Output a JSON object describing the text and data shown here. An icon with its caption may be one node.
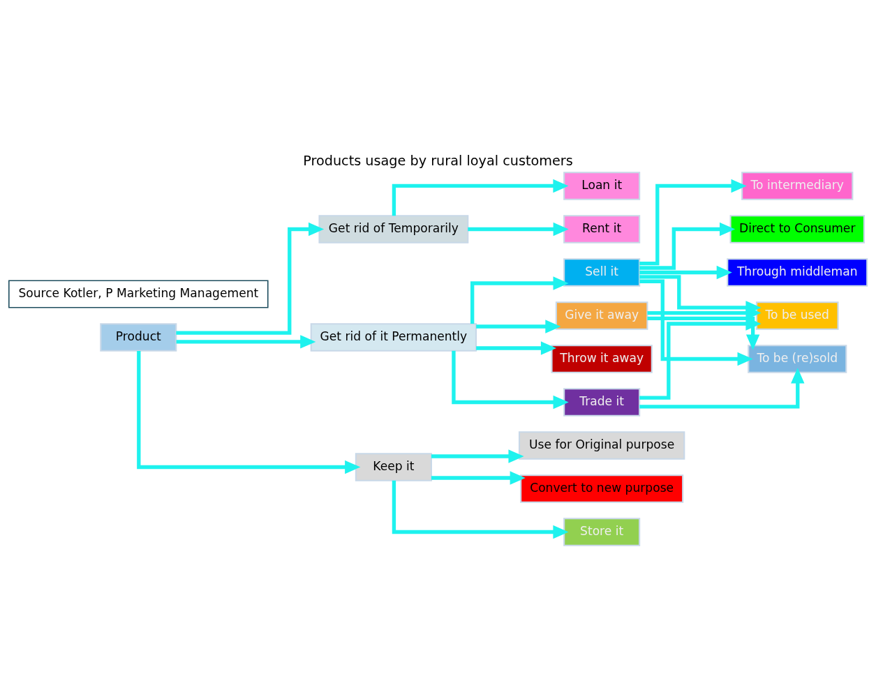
{
  "diagram": {
    "title": "Products usage by rural loyal customers",
    "nodes": [
      {
        "text": [
          "Product"
        ]
      },
      {
        "text": [
          "Get rid of Temporarily"
        ]
      },
      {
        "text": [
          "Rent it"
        ]
      },
      {
        "text": [
          "Loan it"
        ]
      },
      {
        "text": [
          "Get rid of it Permanently"
        ]
      },
      {
        "text": [
          "Keep it"
        ]
      },
      {
        "text": [
          "Use for Original purpose"
        ]
      },
      {
        "text": [
          "Convert to new purpose"
        ]
      },
      {
        "text": [
          "Store it"
        ]
      },
      {
        "text": [
          "Give it away"
        ]
      },
      {
        "text": [
          "Trade it"
        ]
      },
      {
        "text": [
          "Sell it"
        ]
      },
      {
        "text": [
          "Throw it away"
        ]
      },
      {
        "text": [
          "To be (re)sold"
        ]
      },
      {
        "text": [
          "To be used"
        ]
      },
      {
        "text": [
          "Direct to Consumer"
        ]
      },
      {
        "text": [
          "Through middleman"
        ]
      },
      {
        "text": [
          "To intermediary"
        ]
      },
      {
        "text": [
          "Source Kotler, P Marketing Management"
        ]
      }
    ],
    "edges": [
      {
        "from": 0,
        "to": 1,
        "arrow": "to"
      },
      {
        "from": 0,
        "to": 4,
        "arrow": "to"
      },
      {
        "from": 0,
        "to": 5,
        "arrow": "to"
      },
      {
        "from": 1,
        "to": 2,
        "arrow": "to"
      },
      {
        "from": 1,
        "to": 3,
        "arrow": "to"
      },
      {
        "from": 4,
        "to": 9,
        "arrow": "to"
      },
      {
        "from": 4,
        "to": 10,
        "arrow": "to"
      },
      {
        "from": 4,
        "to": 11,
        "arrow": "to"
      },
      {
        "from": 4,
        "to": 12,
        "arrow": "to"
      },
      {
        "from": 5,
        "to": 6,
        "arrow": "to"
      },
      {
        "from": 5,
        "to": 7,
        "arrow": "to"
      },
      {
        "from": 5,
        "to": 8,
        "arrow": "to"
      },
      {
        "from": 9,
        "to": 13,
        "arrow": "to"
      },
      {
        "from": 9,
        "to": 14,
        "arrow": "to"
      },
      {
        "from": 10,
        "to": 13,
        "arrow": "to"
      },
      {
        "from": 10,
        "to": 14,
        "arrow": "to"
      },
      {
        "from": 11,
        "to": 13,
        "arrow": "to"
      },
      {
        "from": 11,
        "to": 14,
        "arrow": "to"
      },
      {
        "from": 11,
        "to": 15,
        "arrow": "to"
      },
      {
        "from": 11,
        "to": 16,
        "arrow": "to"
      },
      {
        "from": 11,
        "to": 17,
        "arrow": "to"
      }
    ]
  }
}
